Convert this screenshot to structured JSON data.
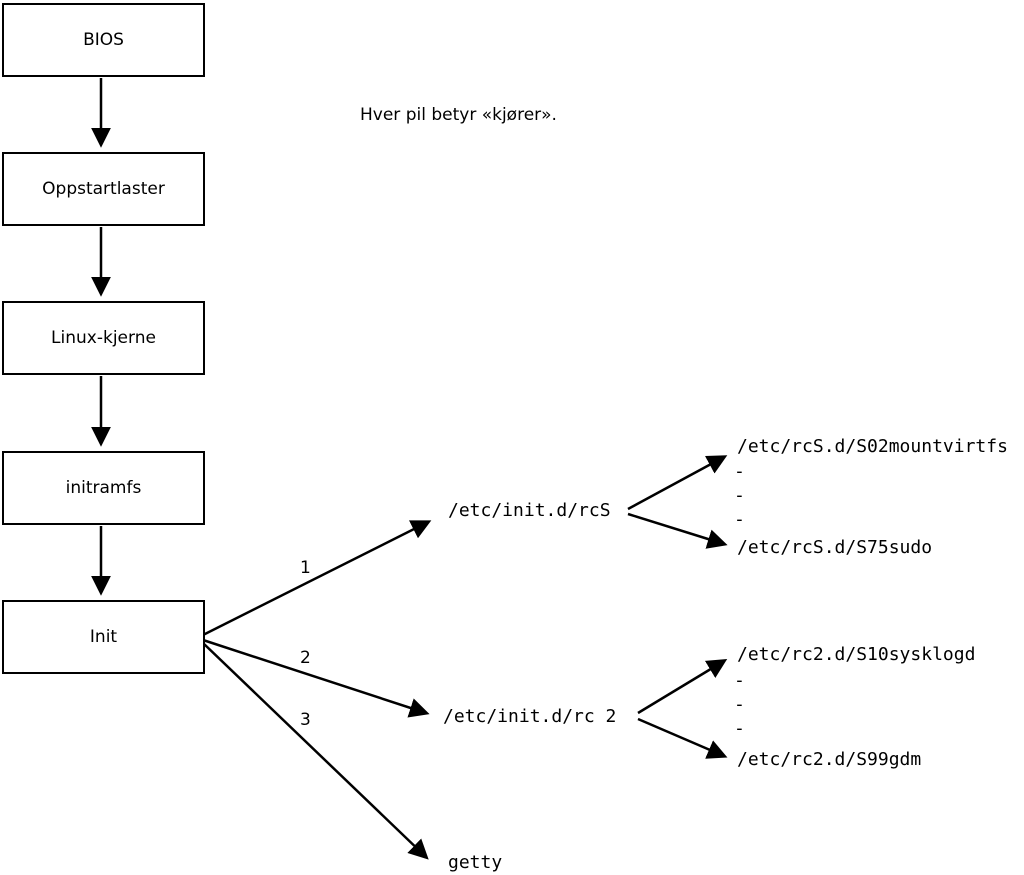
{
  "caption": "Hver pil betyr «kjører».",
  "boxes": [
    {
      "label": "BIOS"
    },
    {
      "label": "Oppstartlaster"
    },
    {
      "label": "Linux-kjerne"
    },
    {
      "label": "initramfs"
    },
    {
      "label": "Init"
    }
  ],
  "branches": [
    {
      "number": "1",
      "target": "/etc/init.d/rcS",
      "children": [
        "/etc/rcS.d/S02mountvirtfs",
        "-",
        "-",
        "-",
        "/etc/rcS.d/S75sudo"
      ]
    },
    {
      "number": "2",
      "target": "/etc/init.d/rc 2",
      "children": [
        "/etc/rc2.d/S10sysklogd",
        "-",
        "-",
        "-",
        "/etc/rc2.d/S99gdm"
      ]
    },
    {
      "number": "3",
      "target": "getty",
      "children": []
    }
  ]
}
